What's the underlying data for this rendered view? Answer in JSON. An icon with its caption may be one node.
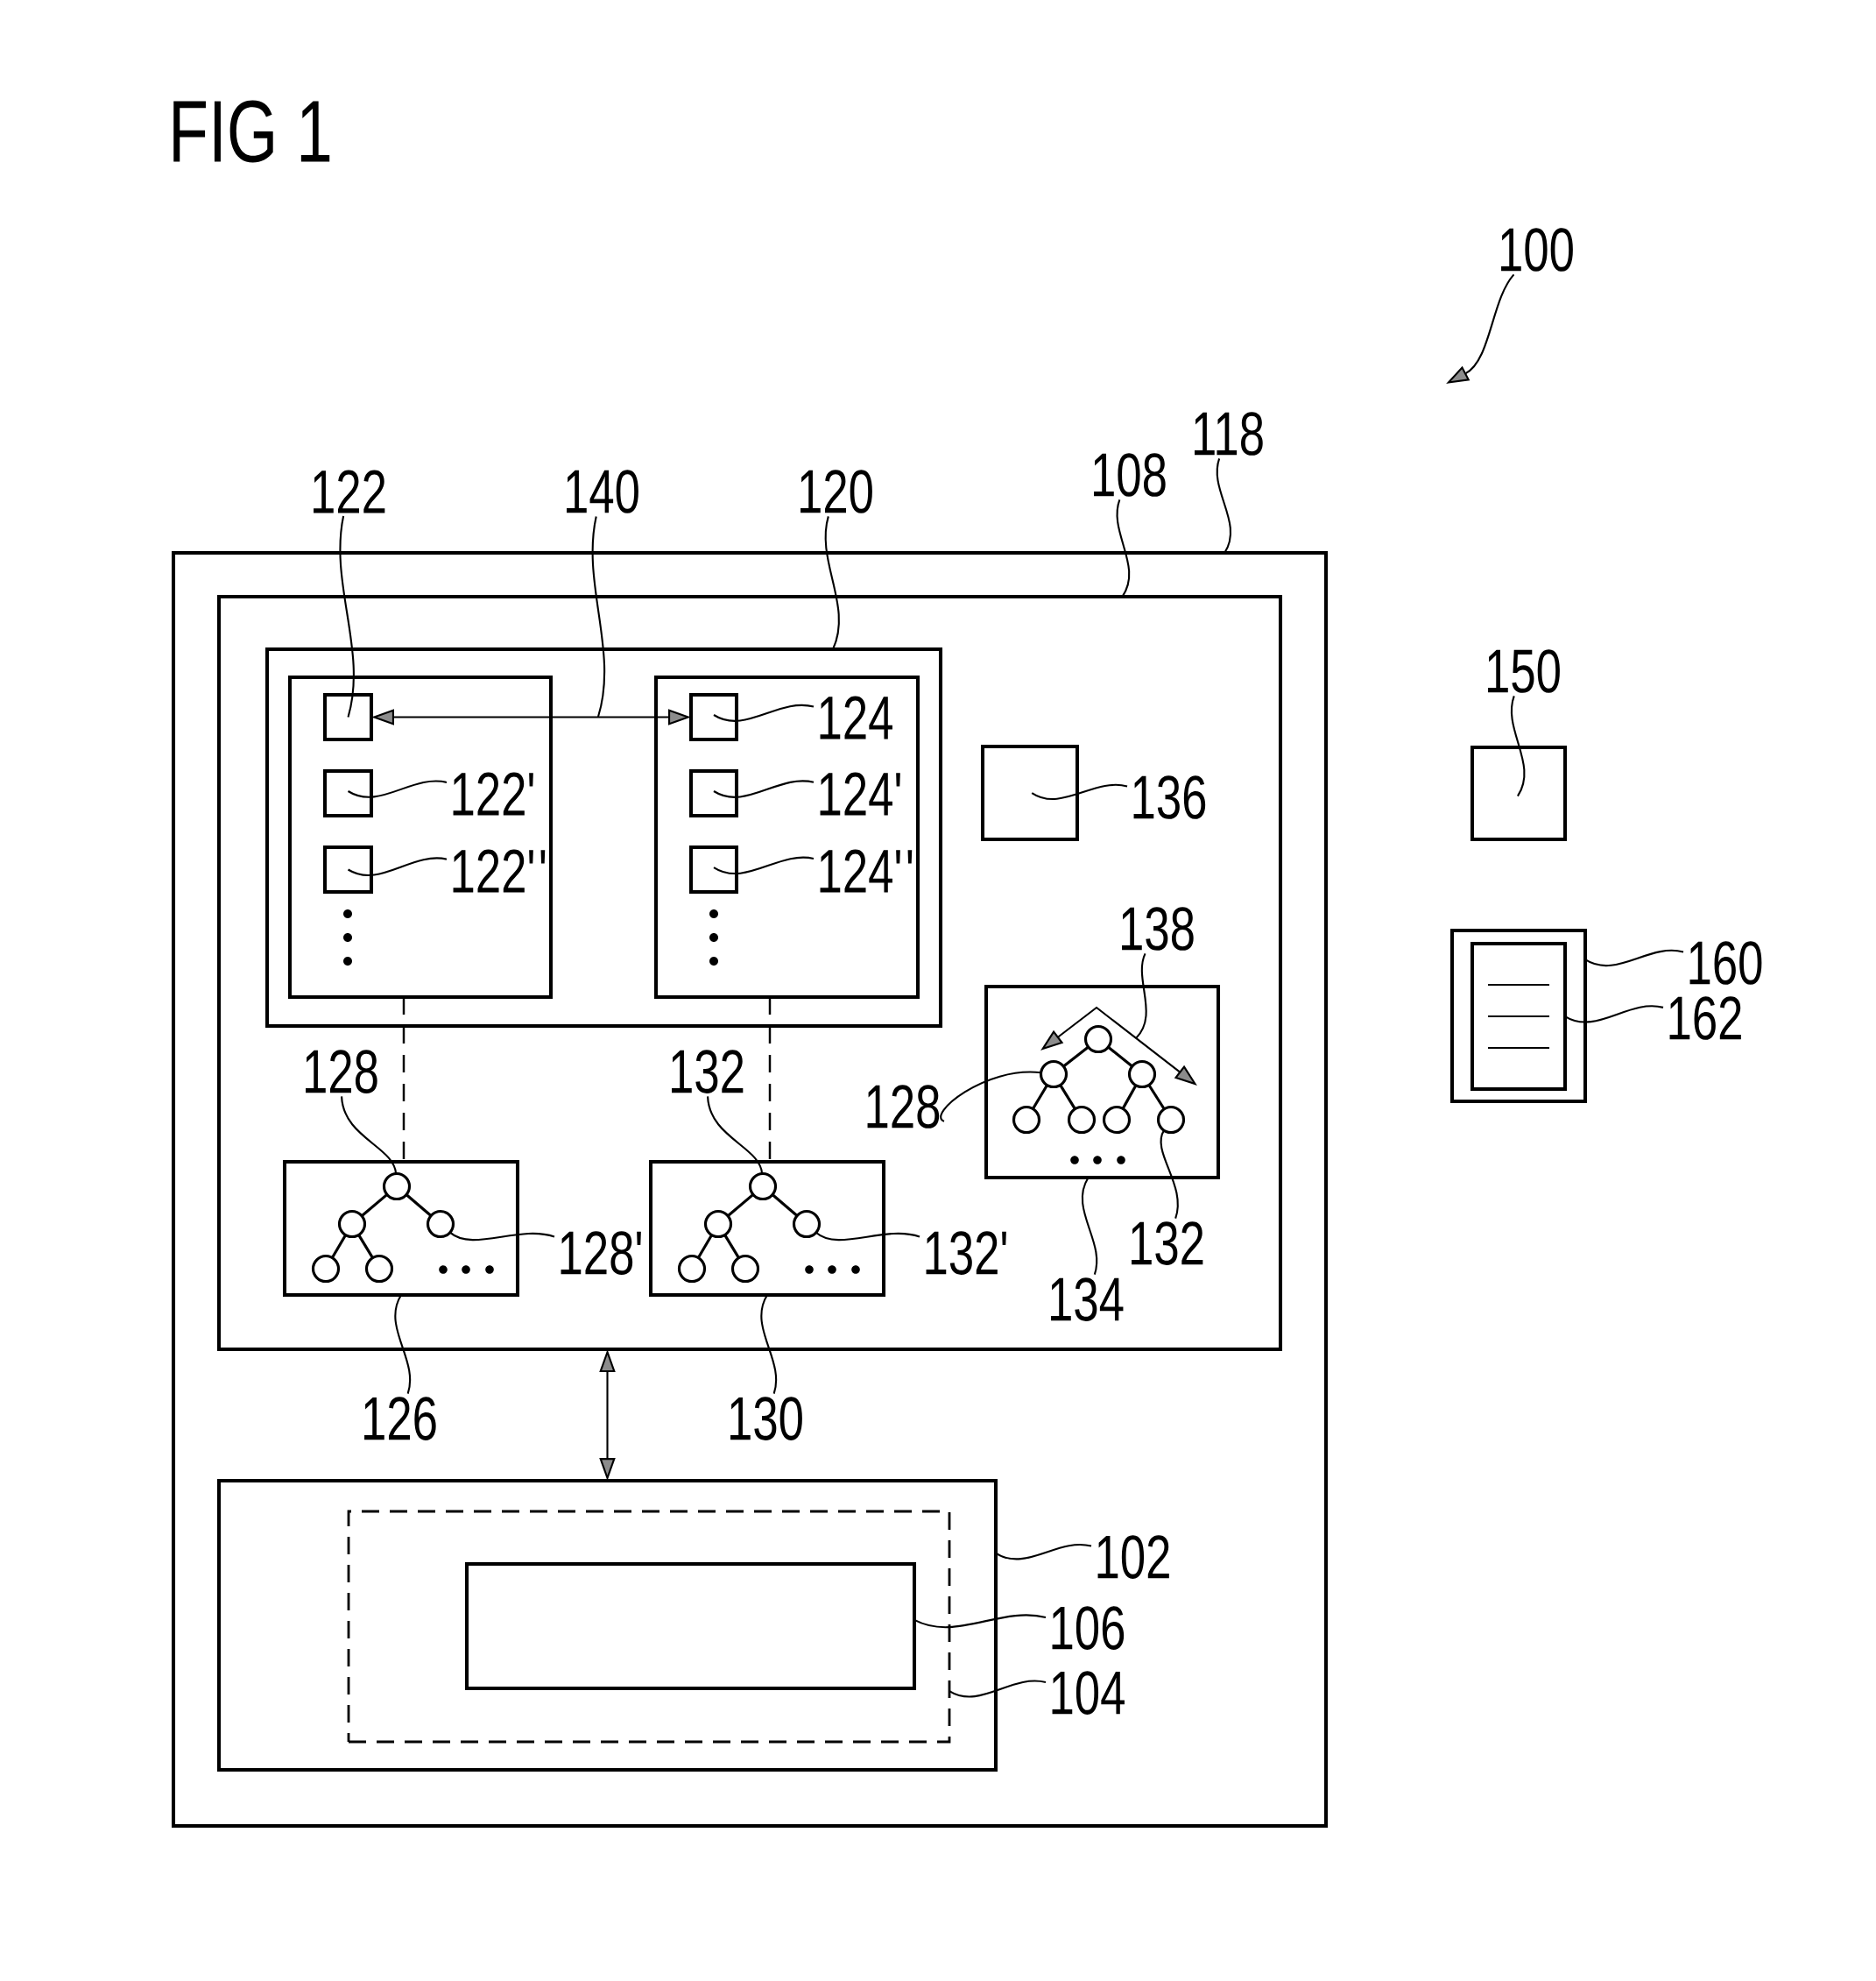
{
  "diagram": {
    "title": "FIG 1",
    "nodes": [
      {
        "text": [
          "100"
        ]
      },
      {
        "text": [
          "118"
        ]
      },
      {
        "text": [
          "108"
        ]
      },
      {
        "text": [
          "122"
        ]
      },
      {
        "text": [
          "140"
        ]
      },
      {
        "text": [
          "120"
        ]
      },
      {
        "text": [],
        "shape": "box"
      },
      {
        "text": [],
        "shape": "box",
        "in": 6
      },
      {
        "text": [],
        "shape": "box",
        "in": 7
      },
      {
        "text": [],
        "shape": "box",
        "in": 8
      },
      {
        "text": [],
        "shape": "box",
        "in": 9
      },
      {
        "text": [],
        "shape": "box",
        "in": 9
      },
      {
        "text": [
          "122'"
        ],
        "in": 9
      },
      {
        "text": [],
        "shape": "box",
        "in": 9
      },
      {
        "text": [
          "122''"
        ],
        "in": 9
      },
      {
        "text": [],
        "shape": "box",
        "in": 8
      },
      {
        "text": [],
        "shape": "box",
        "in": 15
      },
      {
        "text": [
          "124"
        ],
        "in": 15
      },
      {
        "text": [],
        "shape": "box",
        "in": 15
      },
      {
        "text": [
          "124'"
        ],
        "in": 15
      },
      {
        "text": [],
        "shape": "box",
        "in": 15
      },
      {
        "text": [
          "124''"
        ],
        "in": 15
      },
      {
        "text": [],
        "shape": "box",
        "in": 7
      },
      {
        "text": [
          "136"
        ],
        "in": 7
      },
      {
        "text": [
          "138"
        ],
        "in": 7
      },
      {
        "text": [],
        "shape": "box",
        "in": 7
      },
      {
        "text": [],
        "shape": "circle",
        "in": 25
      },
      {
        "text": [],
        "shape": "circle",
        "in": 25
      },
      {
        "text": [],
        "shape": "circle",
        "in": 25
      },
      {
        "text": [],
        "shape": "circle",
        "in": 25
      },
      {
        "text": [],
        "shape": "circle",
        "in": 25
      },
      {
        "text": [],
        "shape": "circle",
        "in": 25
      },
      {
        "text": [],
        "shape": "circle",
        "in": 25
      },
      {
        "text": [
          "128"
        ],
        "in": 7
      },
      {
        "text": [
          "128"
        ],
        "in": 7
      },
      {
        "text": [
          "132"
        ],
        "in": 7
      },
      {
        "text": [],
        "shape": "box",
        "in": 7
      },
      {
        "text": [],
        "shape": "circle",
        "in": 36
      },
      {
        "text": [],
        "shape": "circle",
        "in": 36
      },
      {
        "text": [],
        "shape": "circle",
        "in": 36
      },
      {
        "text": [],
        "shape": "circle",
        "in": 36
      },
      {
        "text": [],
        "shape": "circle",
        "in": 36
      },
      {
        "text": [
          "128'"
        ],
        "in": 7
      },
      {
        "text": [],
        "shape": "box",
        "in": 7
      },
      {
        "text": [],
        "shape": "circle",
        "in": 43
      },
      {
        "text": [],
        "shape": "circle",
        "in": 43
      },
      {
        "text": [],
        "shape": "circle",
        "in": 43
      },
      {
        "text": [],
        "shape": "circle",
        "in": 43
      },
      {
        "text": [],
        "shape": "circle",
        "in": 43
      },
      {
        "text": [
          "132'"
        ],
        "in": 7
      },
      {
        "text": [
          "132"
        ],
        "in": 7
      },
      {
        "text": [
          "134"
        ],
        "in": 7
      },
      {
        "text": [
          "126"
        ],
        "in": 6
      },
      {
        "text": [
          "130"
        ],
        "in": 6
      },
      {
        "text": [],
        "shape": "box",
        "in": 6
      },
      {
        "text": [],
        "shape": "box",
        "in": 54
      },
      {
        "text": [],
        "shape": "box",
        "in": 55
      },
      {
        "text": [
          "102"
        ],
        "in": 6
      },
      {
        "text": [
          "106"
        ],
        "in": 6
      },
      {
        "text": [
          "104"
        ],
        "in": 6
      },
      {
        "text": [
          "150"
        ]
      },
      {
        "text": [],
        "shape": "box"
      },
      {
        "text": [],
        "shape": "box"
      },
      {
        "text": [],
        "shape": "box",
        "in": 62
      },
      {
        "text": [
          "160"
        ]
      },
      {
        "text": [
          "162"
        ]
      }
    ],
    "edges": [
      {
        "from": 0,
        "to": null,
        "arrow": "to"
      },
      {
        "from": 1,
        "to": 6,
        "arrow": "none"
      },
      {
        "from": 2,
        "to": 7,
        "arrow": "none"
      },
      {
        "from": 3,
        "to": 10,
        "arrow": "none"
      },
      {
        "from": 4,
        "to": null,
        "arrow": "none"
      },
      {
        "from": 5,
        "to": 8,
        "arrow": "none"
      },
      {
        "from": 12,
        "to": 11,
        "arrow": "none"
      },
      {
        "from": 14,
        "to": 13,
        "arrow": "none"
      },
      {
        "from": 17,
        "to": 16,
        "arrow": "none"
      },
      {
        "from": 19,
        "to": 18,
        "arrow": "none"
      },
      {
        "from": 21,
        "to": 20,
        "arrow": "none"
      },
      {
        "from": 10,
        "to": 16,
        "arrow": "both"
      },
      {
        "from": 23,
        "to": 22,
        "arrow": "none"
      },
      {
        "from": 24,
        "to": null,
        "arrow": "none"
      },
      {
        "from": 33,
        "to": 27,
        "arrow": "none"
      },
      {
        "from": 26,
        "to": 27,
        "arrow": "none"
      },
      {
        "from": 26,
        "to": 28,
        "arrow": "none"
      },
      {
        "from": 27,
        "to": 29,
        "arrow": "none"
      },
      {
        "from": 27,
        "to": 30,
        "arrow": "none"
      },
      {
        "from": 28,
        "to": 31,
        "arrow": "none"
      },
      {
        "from": 28,
        "to": 32,
        "arrow": "none"
      },
      {
        "from": 34,
        "to": 37,
        "arrow": "none"
      },
      {
        "from": 35,
        "to": 44,
        "arrow": "none"
      },
      {
        "from": 9,
        "to": 36,
        "arrow": "none",
        "style": "dashed"
      },
      {
        "from": 15,
        "to": 43,
        "arrow": "none",
        "style": "dashed"
      },
      {
        "from": 37,
        "to": 38,
        "arrow": "none"
      },
      {
        "from": 37,
        "to": 39,
        "arrow": "none"
      },
      {
        "from": 38,
        "to": 40,
        "arrow": "none"
      },
      {
        "from": 38,
        "to": 41,
        "arrow": "none"
      },
      {
        "from": 42,
        "to": 39,
        "arrow": "none"
      },
      {
        "from": 44,
        "to": 45,
        "arrow": "none"
      },
      {
        "from": 44,
        "to": 46,
        "arrow": "none"
      },
      {
        "from": 45,
        "to": 47,
        "arrow": "none"
      },
      {
        "from": 45,
        "to": 48,
        "arrow": "none"
      },
      {
        "from": 49,
        "to": 46,
        "arrow": "none"
      },
      {
        "from": 50,
        "to": 32,
        "arrow": "none"
      },
      {
        "from": 51,
        "to": 25,
        "arrow": "none"
      },
      {
        "from": 52,
        "to": 36,
        "arrow": "none"
      },
      {
        "from": 53,
        "to": 43,
        "arrow": "none"
      },
      {
        "from": 7,
        "to": 54,
        "arrow": "both"
      },
      {
        "from": 57,
        "to": 54,
        "arrow": "none"
      },
      {
        "from": 58,
        "to": 56,
        "arrow": "none"
      },
      {
        "from": 59,
        "to": 55,
        "arrow": "none"
      },
      {
        "from": 60,
        "to": 61,
        "arrow": "none"
      },
      {
        "from": 64,
        "to": 62,
        "arrow": "none"
      },
      {
        "from": 65,
        "to": 63,
        "arrow": "none"
      }
    ]
  }
}
